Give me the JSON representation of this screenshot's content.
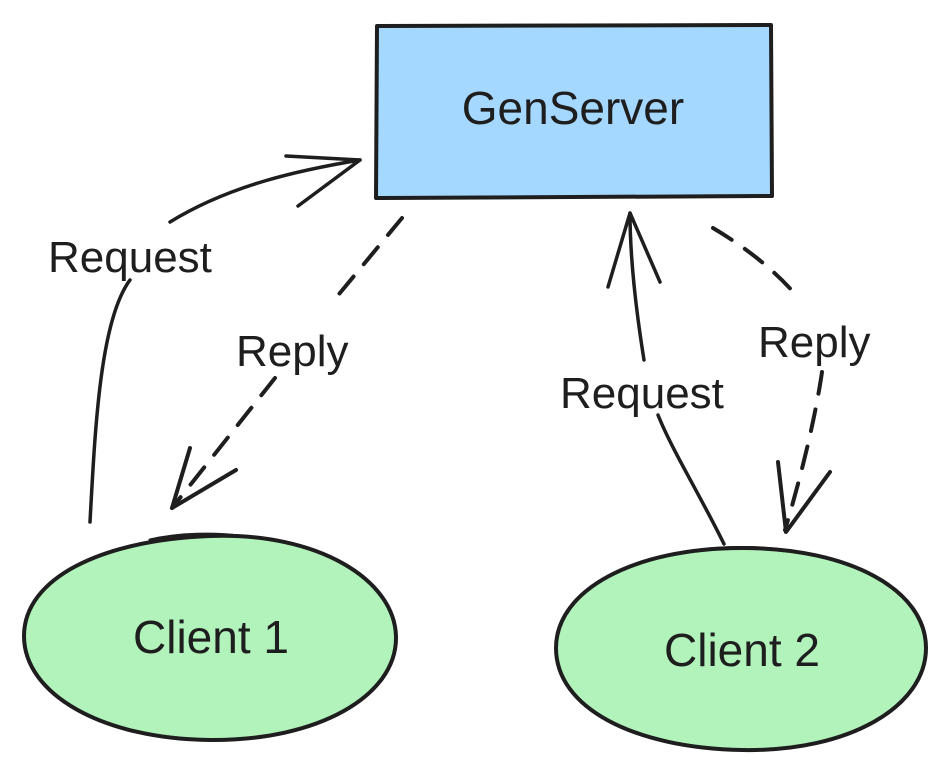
{
  "nodes": {
    "server": {
      "label": "GenServer",
      "fill": "#a5d8ff"
    },
    "client1": {
      "label": "Client 1",
      "fill": "#b2f2bb"
    },
    "client2": {
      "label": "Client 2",
      "fill": "#b2f2bb"
    }
  },
  "edges": {
    "c1_request": {
      "label": "Request"
    },
    "c1_reply": {
      "label": "Reply"
    },
    "c2_request": {
      "label": "Request"
    },
    "c2_reply": {
      "label": "Reply"
    }
  },
  "colors": {
    "stroke": "#1e1e1e",
    "background": "#ffffff"
  }
}
